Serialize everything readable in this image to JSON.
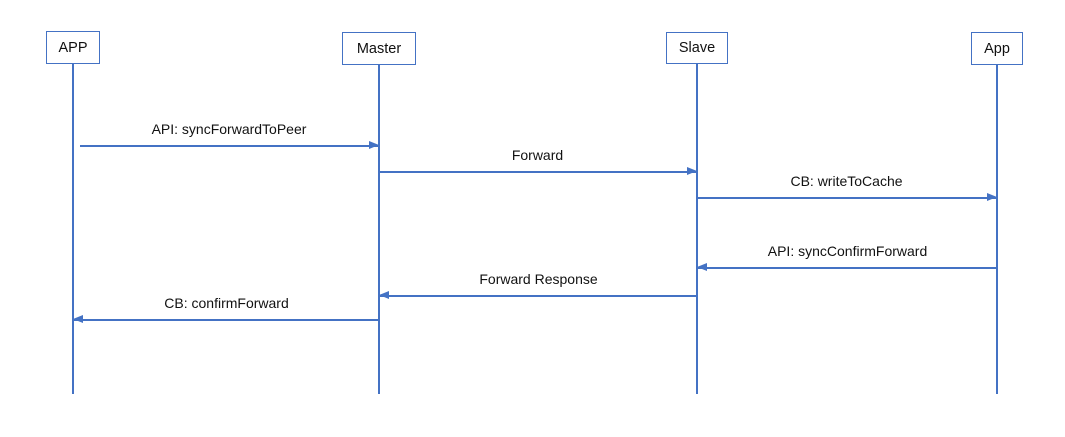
{
  "diagram": {
    "kind": "sequence-diagram",
    "colors": {
      "line": "#4472C4",
      "text": "#111111",
      "background": "#FFFFFF"
    },
    "actors": [
      {
        "id": "app-upper",
        "label": "APP"
      },
      {
        "id": "master",
        "label": "Master"
      },
      {
        "id": "slave",
        "label": "Slave"
      },
      {
        "id": "app-lower",
        "label": "App"
      }
    ],
    "messages": [
      {
        "label": "API: syncForwardToPeer",
        "from": "APP",
        "to": "Master",
        "direction": "right"
      },
      {
        "label": "Forward",
        "from": "Master",
        "to": "Slave",
        "direction": "right"
      },
      {
        "label": "CB: writeToCache",
        "from": "Slave",
        "to": "App",
        "direction": "right"
      },
      {
        "label": "API: syncConfirmForward",
        "from": "App",
        "to": "Slave",
        "direction": "left"
      },
      {
        "label": "Forward Response",
        "from": "Slave",
        "to": "Master",
        "direction": "left"
      },
      {
        "label": "CB: confirmForward",
        "from": "Master",
        "to": "APP",
        "direction": "left"
      }
    ]
  }
}
